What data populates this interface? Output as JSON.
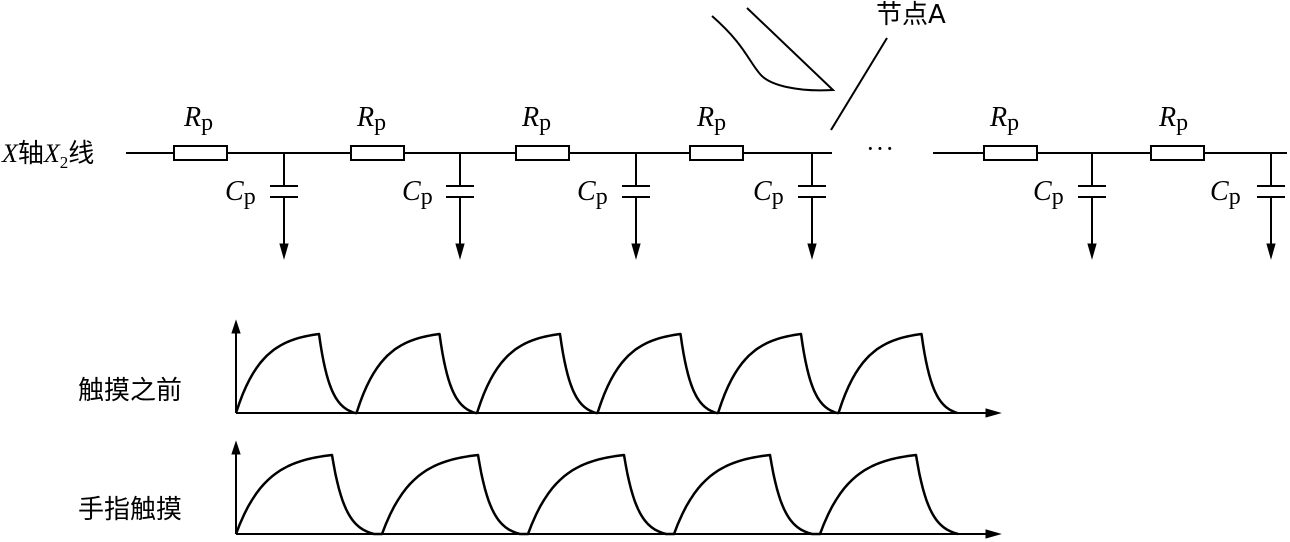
{
  "circuit": {
    "line_label": {
      "axis": "X",
      "axis_text": "轴",
      "line": "X",
      "line_sub": "2",
      "line_text": "线"
    },
    "node_label": "节点A",
    "ellipsis": "···",
    "resistor_label": {
      "symbol": "R",
      "sub": "p"
    },
    "capacitor_label": {
      "symbol": "C",
      "sub": "p"
    }
  },
  "waveforms": [
    {
      "label": "触摸之前"
    },
    {
      "label": "手指触摸"
    }
  ]
}
